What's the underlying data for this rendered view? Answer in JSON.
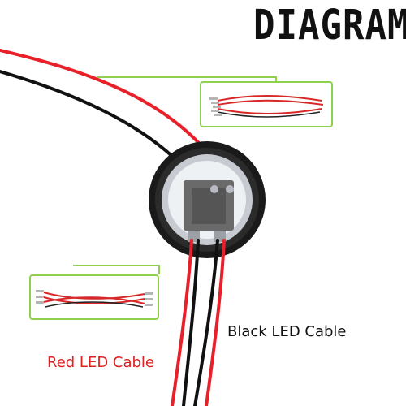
{
  "title": "DIAGRAM",
  "labels": {
    "black_cable": "Black LED Cable",
    "red_cable": "Red LED Cable"
  },
  "colors": {
    "red_cable": "#e8202a",
    "black_cable": "#111111",
    "red_label": "#e0201f",
    "inset_border": "#8fd14f"
  },
  "icons": {
    "button": "led-arcade-button-icon",
    "harness": "wire-harness-icon"
  }
}
